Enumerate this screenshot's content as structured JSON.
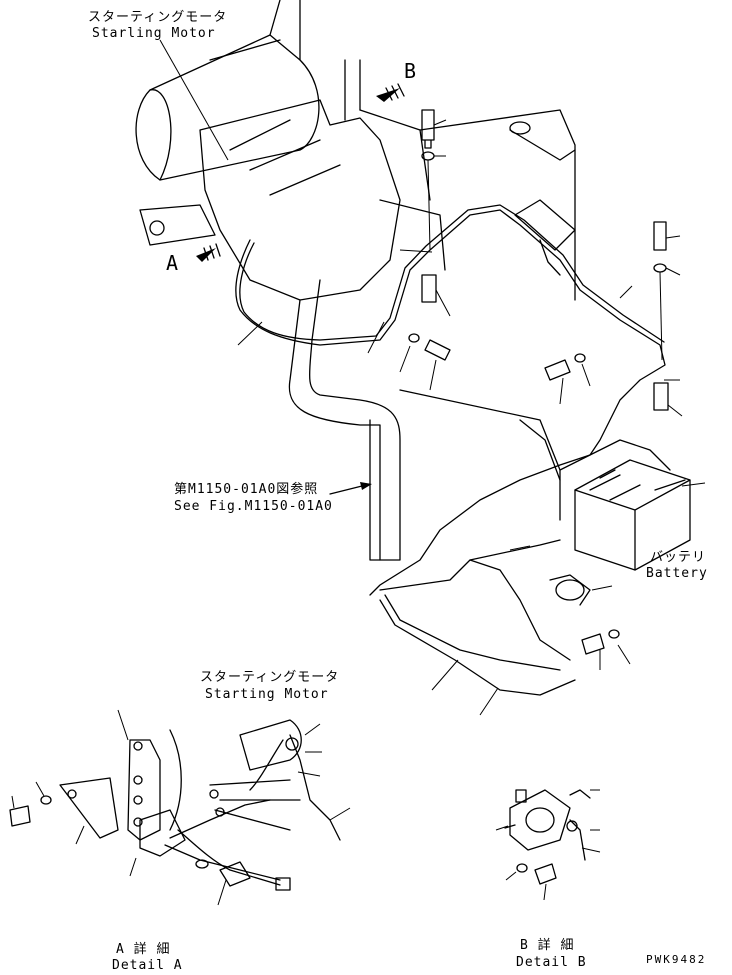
{
  "labels": {
    "starting_motor_top_jp": "スターティングモータ",
    "starting_motor_top_en": "Starling Motor",
    "arrow_b": "B",
    "arrow_a": "A",
    "see_fig_jp": "第M1150-01A0図参照",
    "see_fig_en": "See Fig.M1150-01A0",
    "battery_jp": "バッテリ",
    "battery_en": "Battery",
    "starting_motor_mid_jp": "スターティングモータ",
    "starting_motor_mid_en": "Starting Motor",
    "detail_a_jp": "A 詳 細",
    "detail_a_en": "Detail A",
    "detail_b_jp": "B 詳 細",
    "detail_b_en": "Detail B",
    "drawing_code": "PWK9482"
  }
}
